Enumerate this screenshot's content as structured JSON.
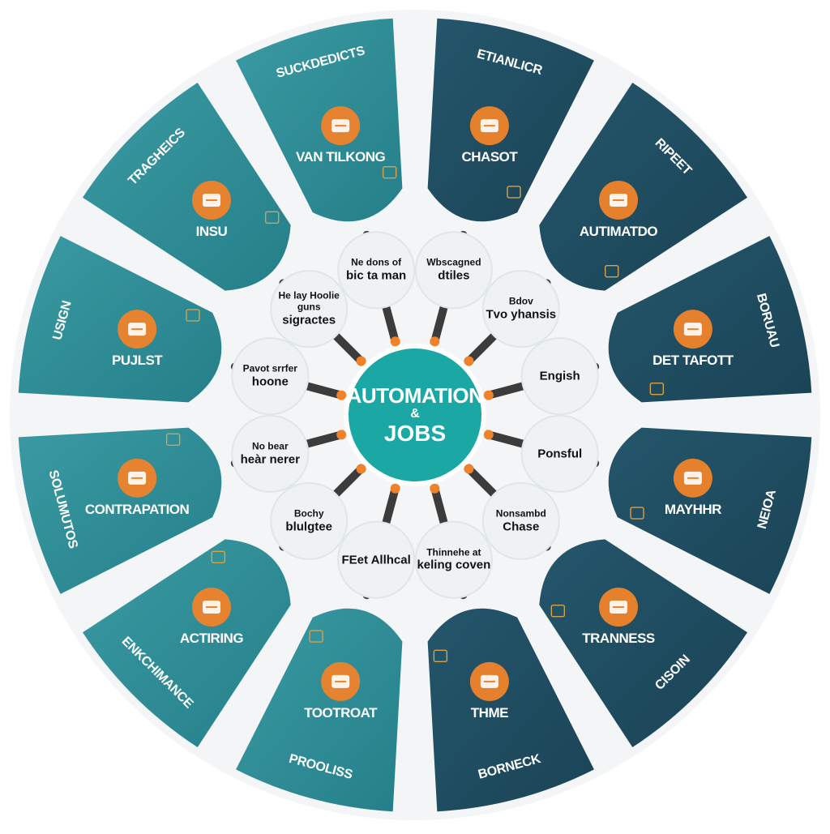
{
  "title": {
    "line1": "AUTOMATION",
    "line2": "&",
    "line3": "JOBS"
  },
  "colors": {
    "teal": "#2f8f99",
    "navy": "#1f4f63",
    "center": "#1ba8a4",
    "orange": "#f0832a",
    "connector": "#3c3c3c",
    "node_fill": "#eef2f4",
    "background": "#ffffff"
  },
  "segments": [
    {
      "label": "VAN TILKONG",
      "outer": "SUCKDEDICTS",
      "icon": "robot-gear-icon",
      "color": "teal"
    },
    {
      "label": "CHASOT",
      "outer": "ETIANLICR",
      "icon": "stopwatch-icon",
      "color": "navy"
    },
    {
      "label": "AUTIMATDO",
      "outer": "RIPEET",
      "icon": "package-box-icon",
      "color": "navy"
    },
    {
      "label": "DET TAFOTT",
      "outer": "BORUAU",
      "icon": "briefcase-icon",
      "color": "navy"
    },
    {
      "label": "MAYHHR",
      "outer": "NEIOA",
      "icon": "megaphone-icon",
      "color": "navy"
    },
    {
      "label": "TRANNESS",
      "outer": "CISOIN",
      "icon": "robot-badge-icon",
      "color": "navy"
    },
    {
      "label": "THME",
      "outer": "BORNECK",
      "icon": "calendar-icon",
      "color": "navy"
    },
    {
      "label": "TOOTROAT",
      "outer": "PROOLISS",
      "icon": "robot-camera-icon",
      "color": "teal"
    },
    {
      "label": "ACTIRING",
      "outer": "ENKCHIMANCE",
      "icon": "pencil-icon",
      "color": "teal"
    },
    {
      "label": "CONTRAPATION",
      "outer": "SOLUMUTOS",
      "icon": "open-book-icon",
      "color": "teal"
    },
    {
      "label": "PUJLST",
      "outer": "USIGN",
      "icon": "robot-emblem-icon",
      "color": "teal"
    },
    {
      "label": "INSU",
      "outer": "TRAGHEICS",
      "icon": "worker-at-desk-icon",
      "color": "teal"
    }
  ],
  "nodes": [
    {
      "line1": "Ne dons of",
      "line2": "bic ta man"
    },
    {
      "line1": "Wbscagned",
      "line2": "dtiles"
    },
    {
      "line1": "Bdov",
      "line2": "Tvo yhansis"
    },
    {
      "line1": "",
      "line2": "Engish"
    },
    {
      "line1": "",
      "line2": "Ponsful"
    },
    {
      "line1": "Nonsambd",
      "line2": "Chase"
    },
    {
      "line1": "Thinnehe at",
      "line2": "keling coven"
    },
    {
      "line1": "",
      "line2": "FEet Allhcal"
    },
    {
      "line1": "Bochy",
      "line2": "blulgtee"
    },
    {
      "line1": "No bear",
      "line2": "heàr nerer"
    },
    {
      "line1": "Pavot srrfer",
      "line2": "hoone"
    },
    {
      "line1": "He lay Hoolie guns",
      "line2": "sigractes"
    }
  ]
}
